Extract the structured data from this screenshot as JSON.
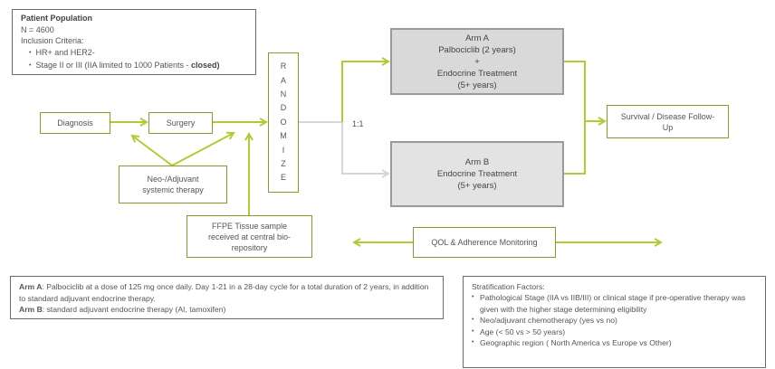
{
  "patient_population": {
    "title": "Patient Population",
    "n": "N = 4600",
    "inclusion_label": "Inclusion Criteria:",
    "criteria": [
      "HR+ and HER2-",
      "Stage II or III (IIA limited to 1000 Patients - ",
      "closed)"
    ]
  },
  "flow": {
    "diagnosis": "Diagnosis",
    "surgery": "Surgery",
    "neo_adjuvant": [
      "Neo-/Adjuvant",
      "systemic therapy"
    ],
    "ffpe": [
      "FFPE Tissue sample",
      "received at central bio-",
      "repository"
    ],
    "randomize_letters": [
      "R",
      "A",
      "N",
      "D",
      "O",
      "M",
      "I",
      "Z",
      "E"
    ],
    "ratio": "1:1",
    "arm_a": [
      "Arm A",
      "Palbociclib (2 years)",
      "+",
      "Endocrine Treatment",
      "(5+ years)"
    ],
    "arm_b": [
      "Arm B",
      "Endocrine Treatment",
      "(5+ years)"
    ],
    "survival": [
      "Survival / Disease Follow-",
      "Up"
    ],
    "qol": "QOL & Adherence Monitoring"
  },
  "arm_description": {
    "arm_a_label": "Arm A",
    "arm_a_text": ": Palbociclib at a dose of 125 mg once daily. Day 1-21 in a 28-day cycle for a total duration of 2 years, in addition to standard adjuvant endocrine therapy.",
    "arm_b_label": "Arm B",
    "arm_b_text": ": standard adjuvant endocrine therapy (AI, tamoxifen)"
  },
  "stratification": {
    "title": "Stratification Factors:",
    "items": [
      "Pathological Stage (IIA vs IIB/III) or clinical stage if  pre-operative therapy was given with the higher stage determining eligibility",
      "Neo/adjuvant chemotherapy (yes vs no)",
      "Age (< 50 vs > 50 years)",
      "Geographic region ( North America vs Europe vs Other)"
    ]
  },
  "colors": {
    "arrow_green": "#b5c934",
    "box_olive": "#8a9a2a",
    "arm_fill": "#d9d9d9",
    "light_gray_line": "#d4d4d4"
  }
}
